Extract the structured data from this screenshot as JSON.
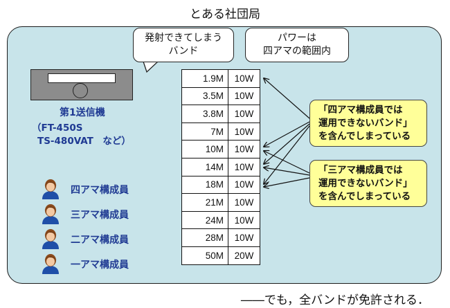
{
  "title": "とある社団局",
  "radio": {
    "label": "第1送信機",
    "models": [
      "（FT-450S",
      "TS-480VAT　など）"
    ]
  },
  "members": [
    "四アマ構成員",
    "三アマ構成員",
    "二アマ構成員",
    "一アマ構成員"
  ],
  "callouts": {
    "transmit": [
      "発射できてしまう",
      "バンド"
    ],
    "power": [
      "パワーは",
      "四アマの範囲内"
    ]
  },
  "bands": [
    {
      "freq": "1.9M",
      "power": "10W"
    },
    {
      "freq": "3.5M",
      "power": "10W"
    },
    {
      "freq": "3.8M",
      "power": "10W"
    },
    {
      "freq": "7M",
      "power": "10W"
    },
    {
      "freq": "10M",
      "power": "10W"
    },
    {
      "freq": "14M",
      "power": "10W"
    },
    {
      "freq": "18M",
      "power": "10W"
    },
    {
      "freq": "21M",
      "power": "10W"
    },
    {
      "freq": "24M",
      "power": "10W"
    },
    {
      "freq": "28M",
      "power": "10W"
    },
    {
      "freq": "50M",
      "power": "20W"
    }
  ],
  "notes": {
    "fourth": [
      "「四アマ構成員では",
      "運用できないバンド」",
      "を含んでしまっている"
    ],
    "third": [
      "「三アマ構成員では",
      "運用できないバンド」",
      "を含んでしまっている"
    ]
  },
  "footer": "――でも，全バンドが免許される．",
  "colors": {
    "panel": "#c8e4ea",
    "note": "#ffff99",
    "label_text": "#1f3a93",
    "radio_body": "#8c8c8c"
  }
}
